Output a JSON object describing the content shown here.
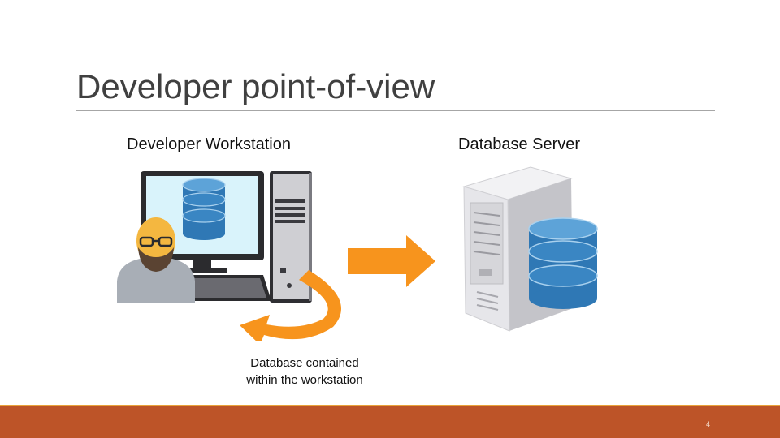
{
  "slide": {
    "title": "Developer point-of-view",
    "page_number": "4"
  },
  "workstation": {
    "label": "Developer Workstation"
  },
  "server": {
    "label": "Database Server"
  },
  "caption": {
    "line1": "Database contained",
    "line2": "within the workstation"
  },
  "colors": {
    "footer": "#bd5428",
    "accent_line": "#e8a33a",
    "arrow": "#f7941d",
    "database_blue": "#3a86c3"
  },
  "icons": [
    "developer-avatar-icon",
    "monitor-icon",
    "computer-tower-icon",
    "database-icon",
    "server-icon",
    "right-arrow-icon",
    "curved-arrow-icon"
  ]
}
